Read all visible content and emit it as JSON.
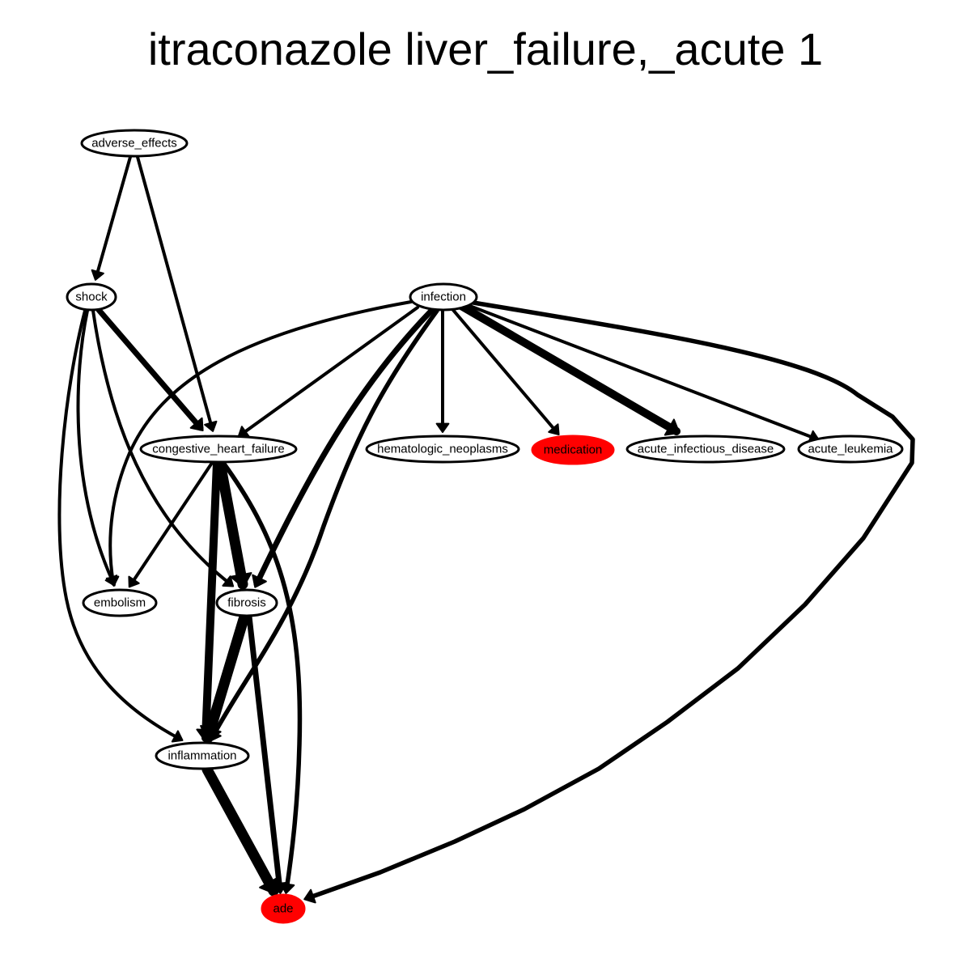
{
  "title": "itraconazole liver_failure,_acute 1",
  "colors": {
    "highlight": "#ff0000",
    "default_fill": "#ffffff",
    "stroke": "#000000"
  },
  "nodes": [
    {
      "id": "adverse_effects",
      "label": "adverse_effects",
      "highlight": false
    },
    {
      "id": "shock",
      "label": "shock",
      "highlight": false
    },
    {
      "id": "infection",
      "label": "infection",
      "highlight": false
    },
    {
      "id": "congestive_heart_failure",
      "label": "congestive_heart_failure",
      "highlight": false
    },
    {
      "id": "hematologic_neoplasms",
      "label": "hematologic_neoplasms",
      "highlight": false
    },
    {
      "id": "medication",
      "label": "medication",
      "highlight": true
    },
    {
      "id": "acute_infectious_disease",
      "label": "acute_infectious_disease",
      "highlight": false
    },
    {
      "id": "acute_leukemia",
      "label": "acute_leukemia",
      "highlight": false
    },
    {
      "id": "embolism",
      "label": "embolism",
      "highlight": false
    },
    {
      "id": "fibrosis",
      "label": "fibrosis",
      "highlight": false
    },
    {
      "id": "inflammation",
      "label": "inflammation",
      "highlight": false
    },
    {
      "id": "ade",
      "label": "ade",
      "highlight": true
    }
  ],
  "edges": [
    {
      "from": "adverse_effects",
      "to": "shock",
      "weight": 1
    },
    {
      "from": "adverse_effects",
      "to": "congestive_heart_failure",
      "weight": 1
    },
    {
      "from": "shock",
      "to": "congestive_heart_failure",
      "weight": 2
    },
    {
      "from": "shock",
      "to": "embolism",
      "weight": 1
    },
    {
      "from": "shock",
      "to": "fibrosis",
      "weight": 1
    },
    {
      "from": "shock",
      "to": "inflammation",
      "weight": 1
    },
    {
      "from": "infection",
      "to": "congestive_heart_failure",
      "weight": 1
    },
    {
      "from": "infection",
      "to": "hematologic_neoplasms",
      "weight": 1
    },
    {
      "from": "infection",
      "to": "medication",
      "weight": 1
    },
    {
      "from": "infection",
      "to": "acute_infectious_disease",
      "weight": 3
    },
    {
      "from": "infection",
      "to": "acute_leukemia",
      "weight": 1
    },
    {
      "from": "infection",
      "to": "embolism",
      "weight": 1
    },
    {
      "from": "infection",
      "to": "fibrosis",
      "weight": 2
    },
    {
      "from": "infection",
      "to": "inflammation",
      "weight": 1.5
    },
    {
      "from": "infection",
      "to": "ade",
      "weight": 1.5
    },
    {
      "from": "congestive_heart_failure",
      "to": "embolism",
      "weight": 1
    },
    {
      "from": "congestive_heart_failure",
      "to": "fibrosis",
      "weight": 4
    },
    {
      "from": "congestive_heart_failure",
      "to": "inflammation",
      "weight": 3
    },
    {
      "from": "congestive_heart_failure",
      "to": "ade",
      "weight": 1.5
    },
    {
      "from": "fibrosis",
      "to": "inflammation",
      "weight": 4
    },
    {
      "from": "fibrosis",
      "to": "ade",
      "weight": 2
    },
    {
      "from": "inflammation",
      "to": "ade",
      "weight": 4
    }
  ]
}
